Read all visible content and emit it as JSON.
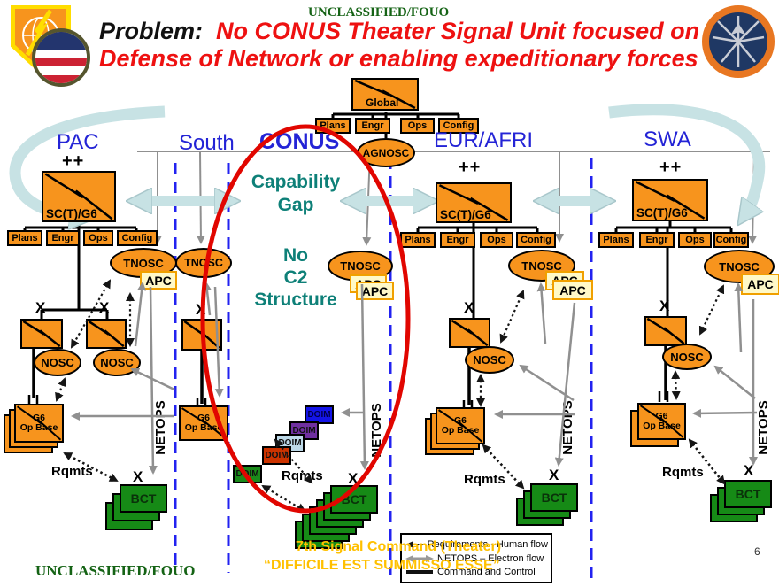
{
  "classification": {
    "top": "UNCLASSIFIED/FOUO",
    "bottom": "UNCLASSIFIED/FOUO"
  },
  "title": {
    "prefix": "Problem:",
    "line1": "No CONUS Theater Signal Unit focused on",
    "line2": "Defense of Network or enabling expeditionary forces"
  },
  "global_cmd": {
    "label": "Global",
    "staff": [
      "Plans",
      "Engr",
      "Ops",
      "Config"
    ],
    "noc": "AGNOSC"
  },
  "theaters": {
    "pac": "PAC",
    "south": "South",
    "conus": "CONUS",
    "eur": "EUR/AFRI",
    "swa": "SWA"
  },
  "gap": {
    "l1": "Capability",
    "l2": "Gap",
    "l3": "No",
    "l4": "C2",
    "l5": "Structure"
  },
  "labels": {
    "plus2": "++",
    "x": "X",
    "sct": "SC(T)/G6",
    "tnosc": "TNOSC",
    "nosc": "NOSC",
    "apc": "APC",
    "g6": "G6",
    "opbase": "Op Base",
    "bct": "BCT",
    "doim": "DOIM",
    "rqmts": "Rqmts",
    "netops": "NETOPS"
  },
  "legend": {
    "req": "Requirements - Human flow",
    "netops": "NETOPS – Electron flow",
    "c2": "Command and Control"
  },
  "footer": {
    "command": "7th Signal Command (Theater)",
    "motto": "“DIFFICILE EST SUMMISSO ESSE”",
    "page": "6"
  },
  "colors": {
    "unit_orange": "#F7941D",
    "bct_green": "#168A16",
    "dashed_blue": "#2222F0",
    "red_circle": "#E10600",
    "gap_teal": "#0E8078",
    "theater_blue": "#2424D6",
    "gold": "#FFC000",
    "classification_green": "#156315"
  }
}
